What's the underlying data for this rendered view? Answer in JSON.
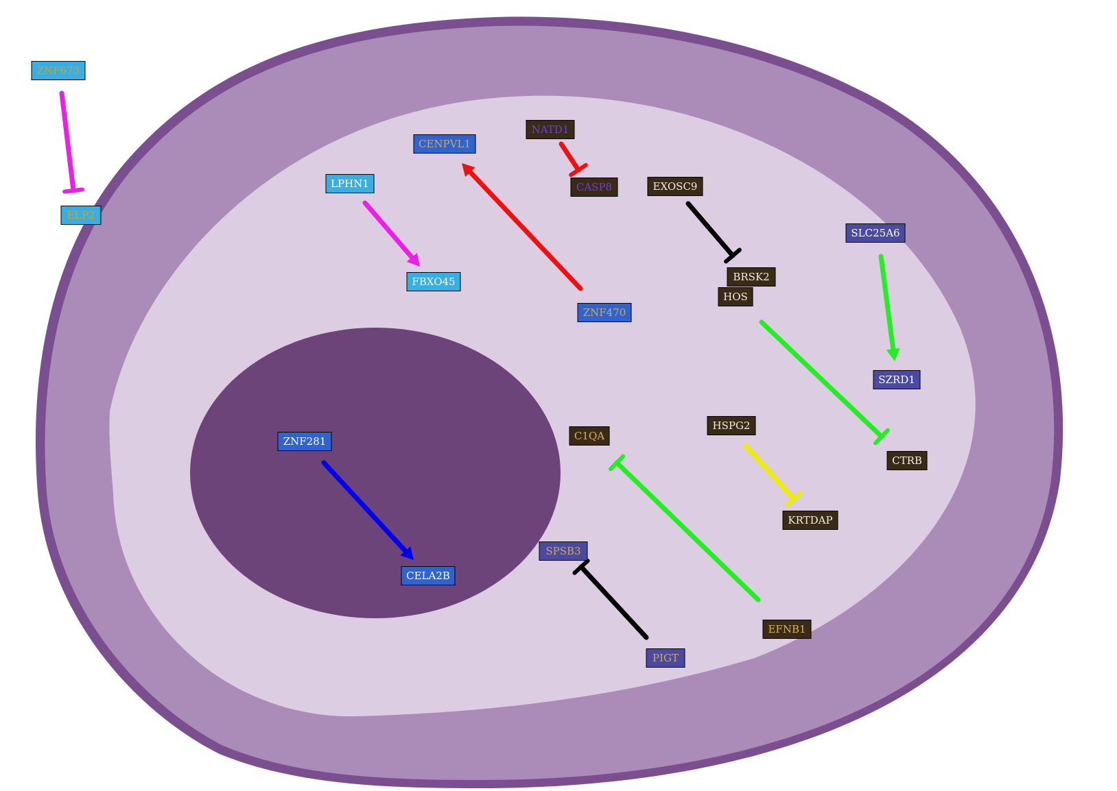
{
  "colors": {
    "background": "#ffffff",
    "membrane_outer": "#7b4f8f",
    "membrane_band": "#ab8cb8",
    "cytoplasm": "#dccde2",
    "nucleus": "#6d4479"
  },
  "nodes": [
    {
      "id": "ZNF673",
      "label": "ZNF673",
      "fill": "#3aaee0",
      "text": "#c9a227"
    },
    {
      "id": "ELP2",
      "label": "ELP2",
      "fill": "#3aaee0",
      "text": "#c9a227"
    },
    {
      "id": "CENPVL1",
      "label": "CENPVL1",
      "fill": "#2f63d2",
      "text": "#c9a86a"
    },
    {
      "id": "NATD1",
      "label": "NATD1",
      "fill": "#3a2a18",
      "text": "#6a3ee6"
    },
    {
      "id": "CASP8",
      "label": "CASP8",
      "fill": "#3a2a18",
      "text": "#6a3ee6"
    },
    {
      "id": "LPHN1",
      "label": "LPHN1",
      "fill": "#3aaee0",
      "text": "#ffffff"
    },
    {
      "id": "FBXO45",
      "label": "FBXO45",
      "fill": "#3aaee0",
      "text": "#ffffff"
    },
    {
      "id": "EXOSC9",
      "label": "EXOSC9",
      "fill": "#3a2a18",
      "text": "#f2eedd"
    },
    {
      "id": "BRSK2",
      "label": "BRSK2",
      "fill": "#3a2a18",
      "text": "#f2eedd"
    },
    {
      "id": "HOS",
      "label": "HOS",
      "fill": "#3a2a18",
      "text": "#f2eedd"
    },
    {
      "id": "SLC25A6",
      "label": "SLC25A6",
      "fill": "#4b4aa0",
      "text": "#ffffff"
    },
    {
      "id": "SZRD1",
      "label": "SZRD1",
      "fill": "#4b4aa0",
      "text": "#ffffff"
    },
    {
      "id": "ZNF470",
      "label": "ZNF470",
      "fill": "#2f63d2",
      "text": "#c9a86a"
    },
    {
      "id": "ZNF281",
      "label": "ZNF281",
      "fill": "#2f63d2",
      "text": "#ffffff"
    },
    {
      "id": "CELA2B",
      "label": "CELA2B",
      "fill": "#2f63d2",
      "text": "#ffffff"
    },
    {
      "id": "C1QA",
      "label": "C1QA",
      "fill": "#3a2a18",
      "text": "#d8b25a"
    },
    {
      "id": "HSPG2",
      "label": "HSPG2",
      "fill": "#3a2a18",
      "text": "#f2eedd"
    },
    {
      "id": "CTRB",
      "label": "CTRB",
      "fill": "#3a2a18",
      "text": "#f2eedd"
    },
    {
      "id": "KRTDAP",
      "label": "KRTDAP",
      "fill": "#3a2a18",
      "text": "#f2eedd"
    },
    {
      "id": "SPSB3",
      "label": "SPSB3",
      "fill": "#4b4aa0",
      "text": "#c9a86a"
    },
    {
      "id": "PIGT",
      "label": "PIGT",
      "fill": "#4b4aa0",
      "text": "#c9a86a"
    },
    {
      "id": "EFNB1",
      "label": "EFNB1",
      "fill": "#3a2a18",
      "text": "#d8b25a"
    }
  ],
  "edges": [
    {
      "from": "ZNF673",
      "to": "ELP2",
      "type": "inhibition",
      "color": "#ee1ee8"
    },
    {
      "from": "LPHN1",
      "to": "FBXO45",
      "type": "activation",
      "color": "#ee1ee8"
    },
    {
      "from": "ZNF470",
      "to": "CENPVL1",
      "type": "activation",
      "color": "#ee1111"
    },
    {
      "from": "NATD1",
      "to": "CASP8",
      "type": "inhibition",
      "color": "#ee1111"
    },
    {
      "from": "EXOSC9",
      "to": "BRSK2",
      "type": "inhibition",
      "color": "#000000"
    },
    {
      "from": "SLC25A6",
      "to": "SZRD1",
      "type": "activation",
      "color": "#22ee22"
    },
    {
      "from": "HOS",
      "to": "CTRB",
      "type": "inhibition",
      "color": "#22ee22"
    },
    {
      "from": "ZNF281",
      "to": "CELA2B",
      "type": "activation",
      "color": "#0000ee"
    },
    {
      "from": "EFNB1",
      "to": "C1QA",
      "type": "inhibition",
      "color": "#22ee22"
    },
    {
      "from": "HSPG2",
      "to": "KRTDAP",
      "type": "inhibition",
      "color": "#eeee00"
    },
    {
      "from": "PIGT",
      "to": "SPSB3",
      "type": "inhibition",
      "color": "#000000"
    }
  ]
}
